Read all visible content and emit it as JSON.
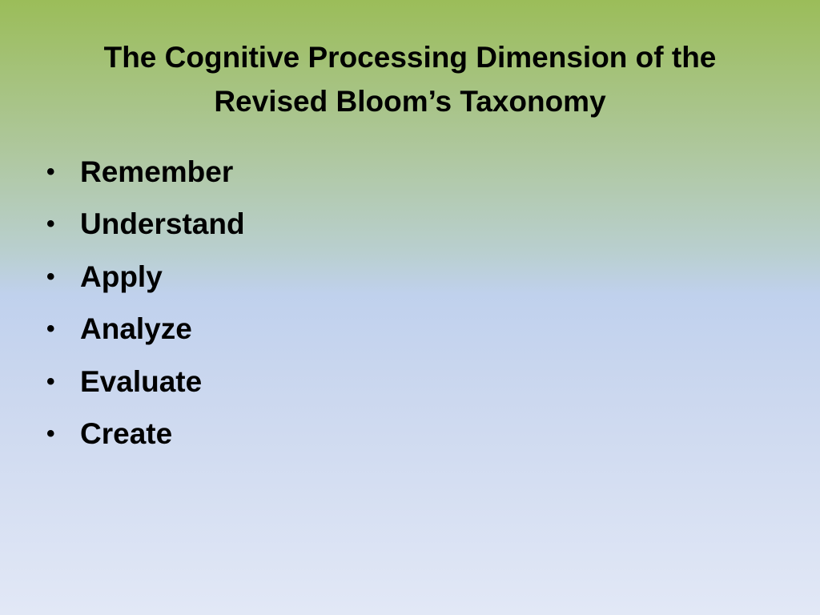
{
  "slide": {
    "title": "The Cognitive Processing Dimension of the Revised Bloom’s Taxonomy",
    "bullet_glyph": "•",
    "bullets": [
      "Remember",
      "Understand",
      "Apply",
      "Analyze",
      "Evaluate",
      "Create"
    ]
  }
}
